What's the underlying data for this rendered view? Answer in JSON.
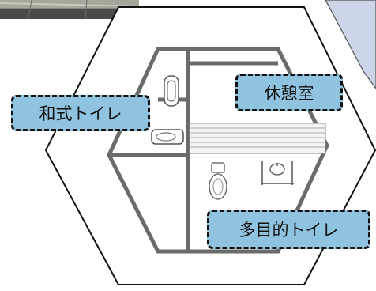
{
  "labels": {
    "japanese_toilet": "和式トイレ",
    "rest_room": "休憩室",
    "multipurpose_toilet": "多目的トイレ"
  },
  "icons": {
    "photo_thumbnail": "photo-thumbnail",
    "map_corner": "map-corner",
    "urinal": "urinal-icon",
    "squat_toilet": "squat-toilet-icon",
    "western_toilet": "western-toilet-icon",
    "sink": "sink-icon",
    "bench": "bench-icon"
  },
  "colors": {
    "label_fill": "#8fc3df",
    "label_border": "#111111",
    "wall": "#6b6b6b",
    "outline": "#111111",
    "map_fill": "#cdd5e8"
  }
}
